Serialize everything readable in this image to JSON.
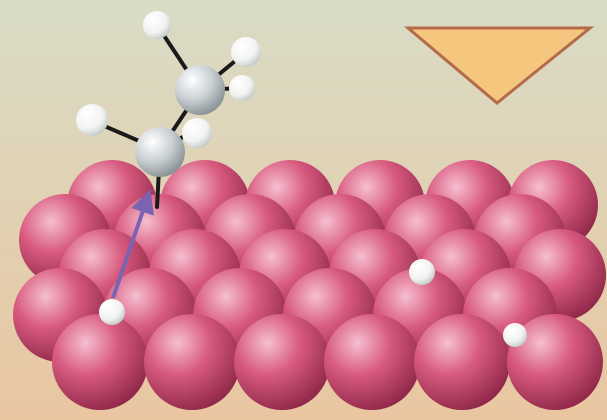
{
  "scene": {
    "colors": {
      "background_top": "#d9dcc6",
      "background_bottom": "#e9c6a0",
      "surface_atom": "#d85a7f",
      "surface_atom_light": "#f6bfd0",
      "surface_atom_dark": "#8e2748",
      "carbon": "#c9cfd2",
      "hydrogen": "#f1f3f1",
      "bond": "#1a1a1a",
      "arrow": "#7b63b2",
      "triangle_fill": "#f5c77e",
      "triangle_stroke": "#b56a4a"
    },
    "icons": {
      "metal_surface": "metal-surface-atoms",
      "molecule": "ethyl-molecule",
      "adsorbed_hydrogen": "adsorbed-hydrogen-atom",
      "arrow": "migration-arrow",
      "marker": "triangle-marker"
    }
  }
}
